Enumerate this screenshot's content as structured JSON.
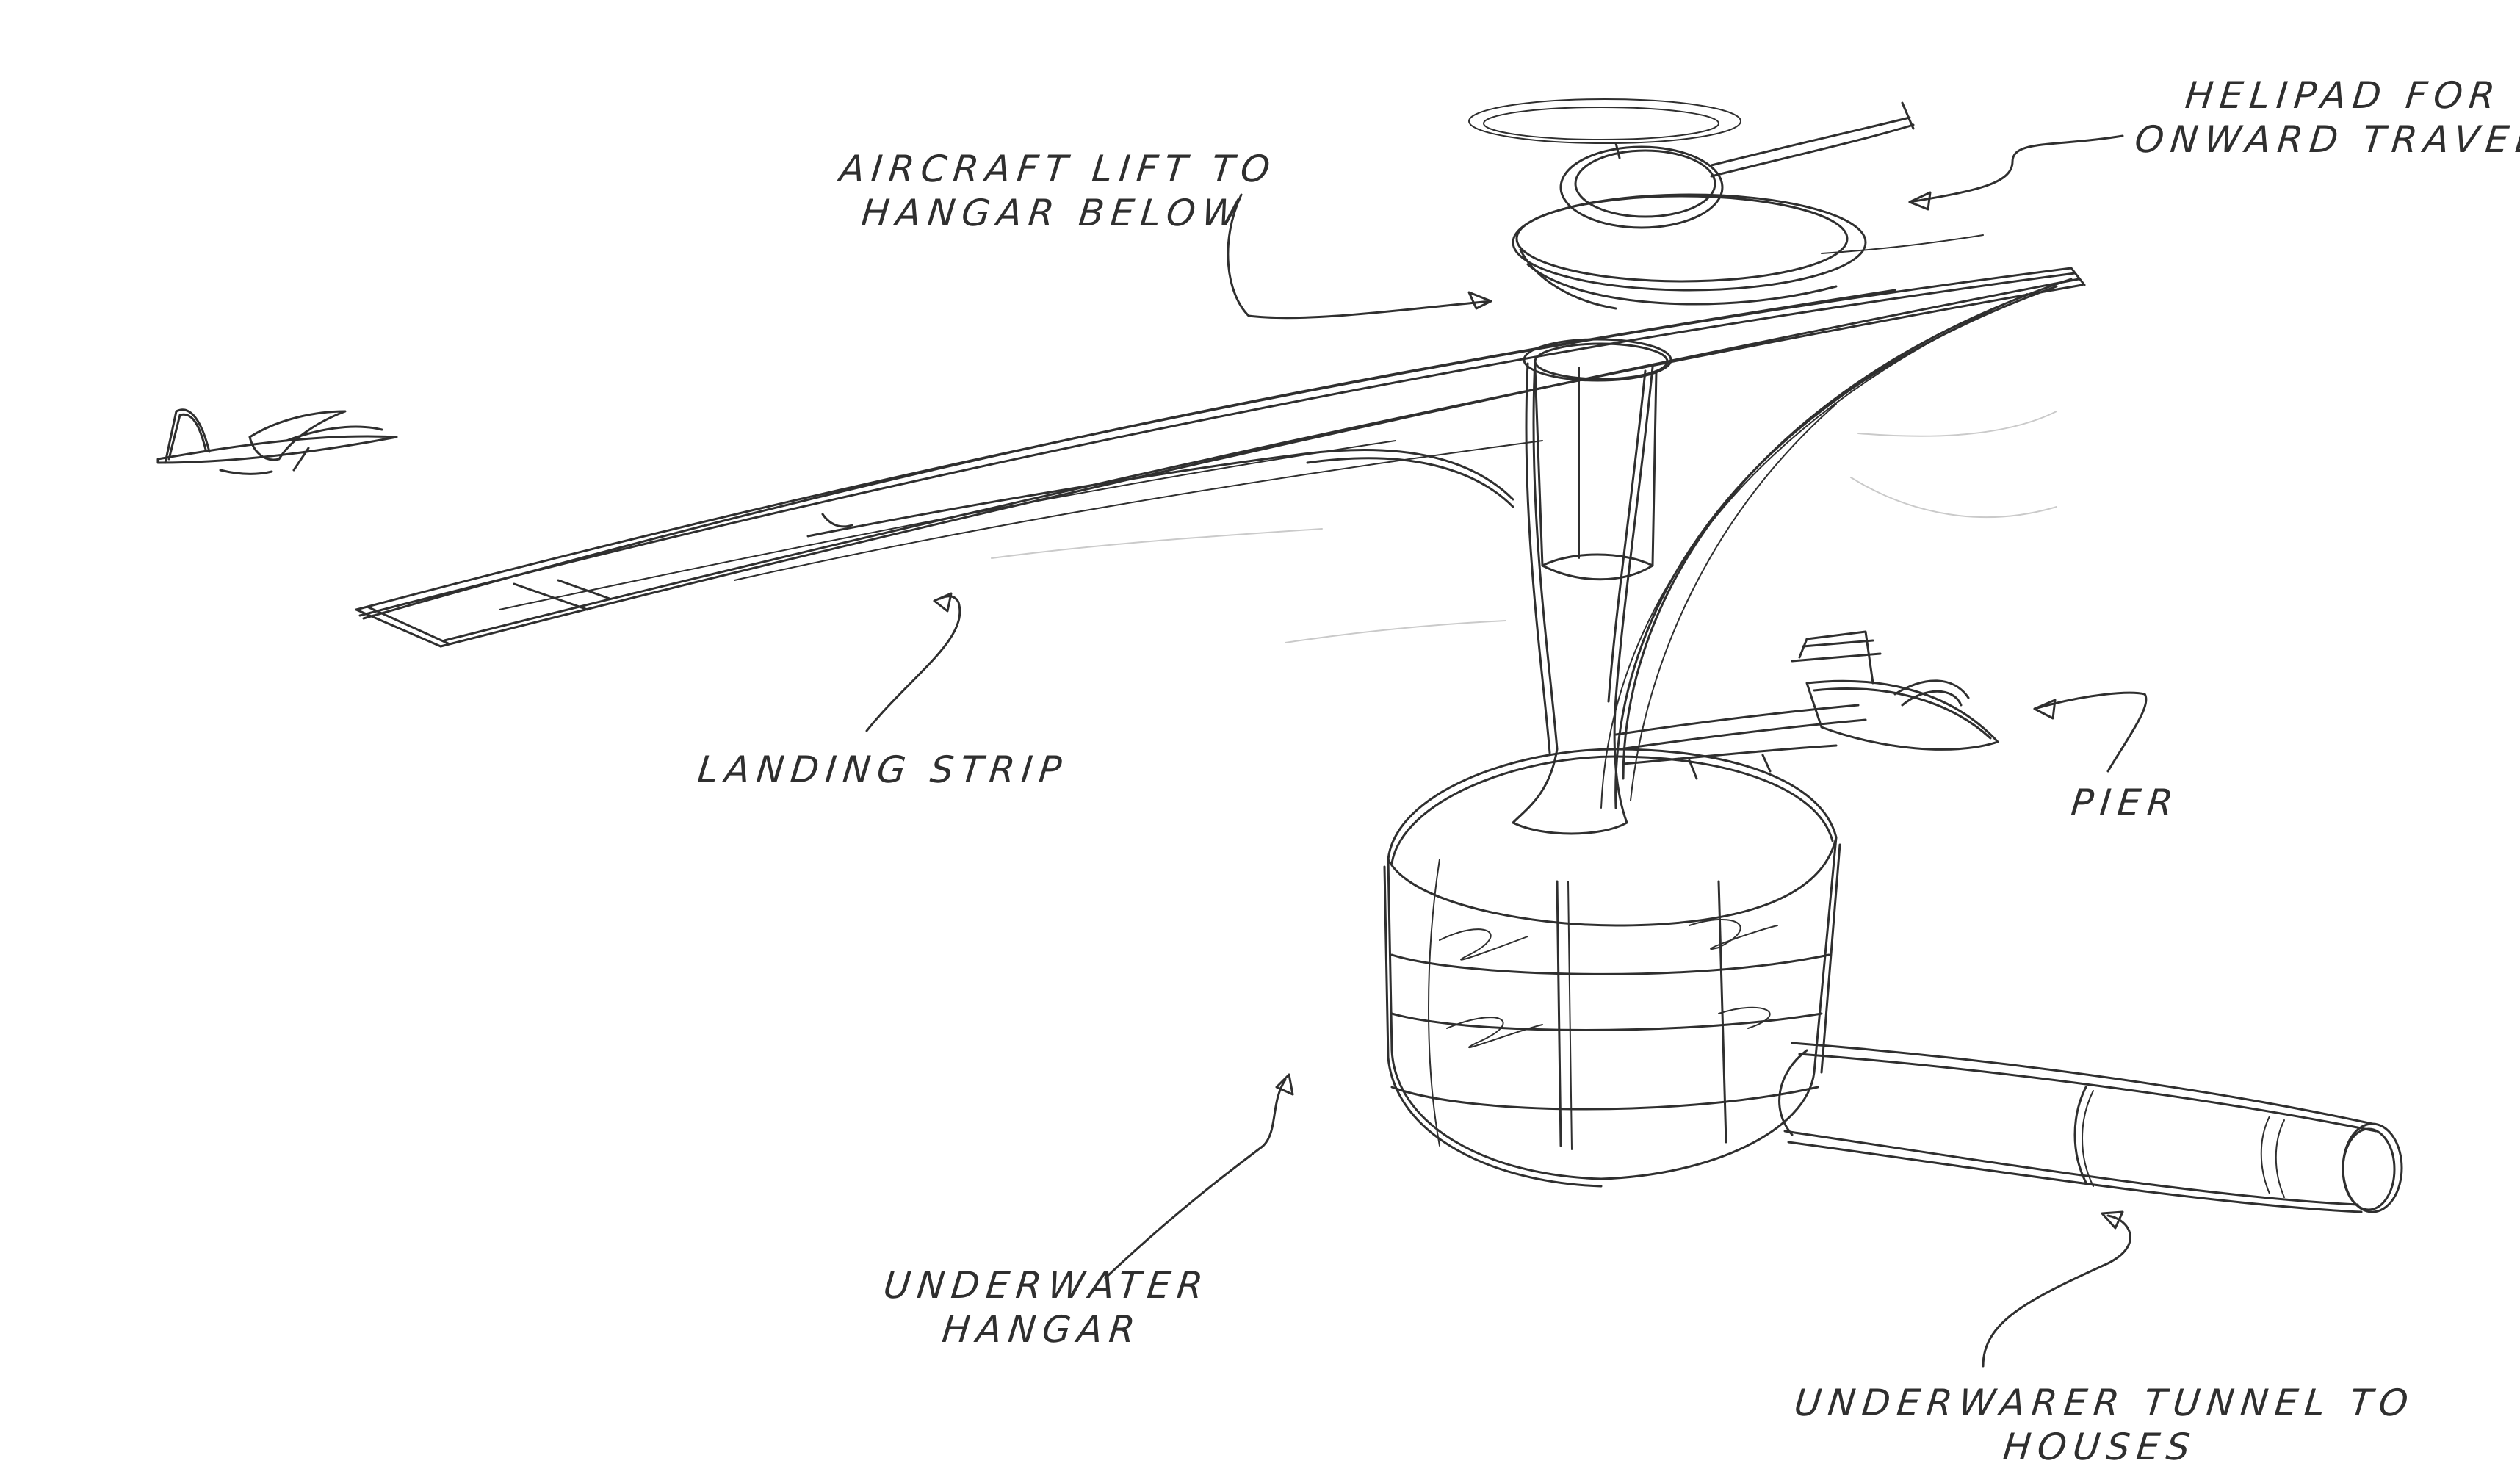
{
  "colors": {
    "ink": "#2f2f2f",
    "ink_light": "#8a8a8a",
    "background": "#ffffff"
  },
  "labels": {
    "aircraft_lift": [
      "AIRCRAFT LIFT TO",
      "HANGAR BELOW"
    ],
    "helipad": [
      "HELIPAD FOR",
      "ONWARD TRAVEL"
    ],
    "landing_strip": "LANDING STRIP",
    "pier": "PIER",
    "hangar": [
      "UNDERWATER",
      "HANGAR"
    ],
    "tunnel": [
      "UNDERWARER TUNNEL TO",
      "HOUSES"
    ]
  }
}
